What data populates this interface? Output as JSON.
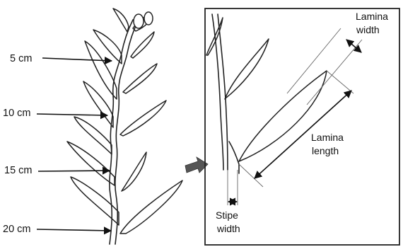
{
  "depth_labels": [
    "5 cm",
    "10 cm",
    "15 cm",
    "20 cm"
  ],
  "measurements": {
    "lamina_width": [
      "Lamina",
      "width"
    ],
    "lamina_length": [
      "Lamina",
      "length"
    ],
    "stipe_width": [
      "Stipe",
      "width"
    ]
  }
}
